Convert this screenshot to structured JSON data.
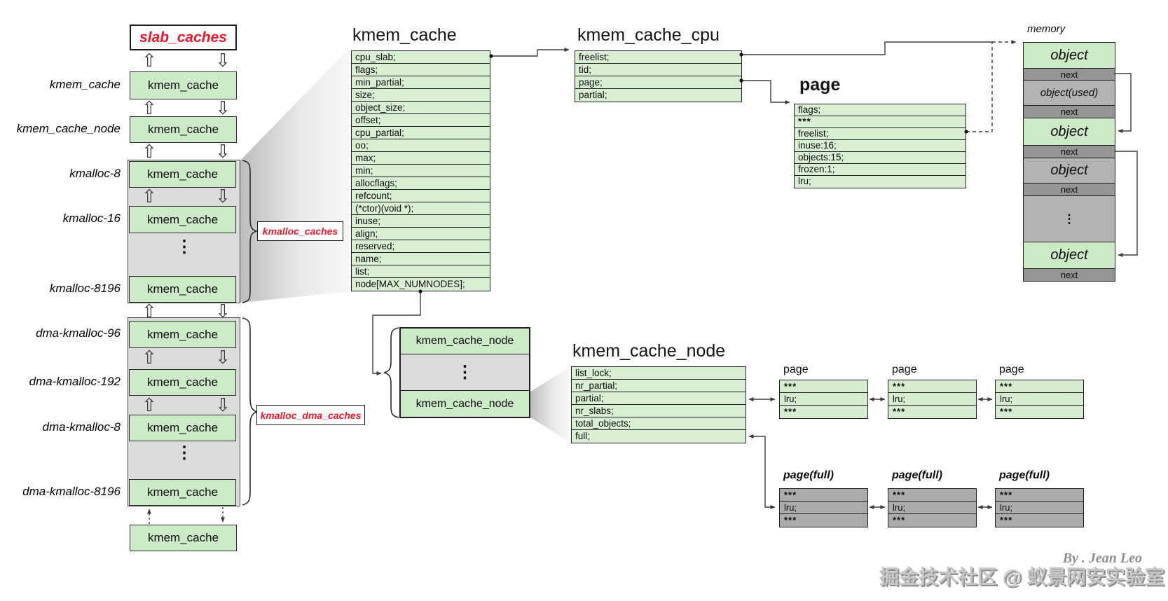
{
  "slab_caches_label": "slab_caches",
  "glyphs": {
    "up": "⇧",
    "down": "⇩",
    "dots": "⋮"
  },
  "left_stack": {
    "box_label": "kmem_cache",
    "row_labels": [
      "kmem_cache",
      "kmem_cache_node",
      "kmalloc-8",
      "kmalloc-16",
      "kmalloc-8196",
      "dma-kmalloc-96",
      "dma-kmalloc-192",
      "dma-kmalloc-8",
      "dma-kmalloc-8196"
    ],
    "group1_label": "kmalloc_caches",
    "group2_label": "kmalloc_dma_caches"
  },
  "kmem_cache": {
    "title": "kmem_cache",
    "fields": [
      "cpu_slab;",
      "flags;",
      "min_partial;",
      "size;",
      "object_size;",
      "offset;",
      "cpu_partial;",
      "oo;",
      "max;",
      "min;",
      "allocflags;",
      "refcount;",
      "(*ctor)(void *);",
      "inuse;",
      "align;",
      "reserved;",
      "name;",
      "list;",
      "node[MAX_NUMNODES];"
    ]
  },
  "kmem_cache_cpu": {
    "title": "kmem_cache_cpu",
    "fields": [
      "freelist;",
      "tid;",
      "page;",
      "partial;"
    ]
  },
  "page": {
    "title": "page",
    "fields": [
      "flags;",
      "***",
      "freelist;",
      "inuse:16;",
      "objects:15;",
      "frozen:1;",
      "lru;"
    ]
  },
  "memory": {
    "title": "memory",
    "cells": [
      {
        "label": "object",
        "type": "free"
      },
      {
        "label": "next",
        "type": "next"
      },
      {
        "label": "object(used)",
        "type": "used"
      },
      {
        "label": "next",
        "type": "next"
      },
      {
        "label": "object",
        "type": "free"
      },
      {
        "label": "next",
        "type": "next"
      },
      {
        "label": "object",
        "type": "usedlg"
      },
      {
        "label": "next",
        "type": "next"
      },
      {
        "label": "⋮",
        "type": "dots"
      },
      {
        "label": "object",
        "type": "free"
      },
      {
        "label": "next",
        "type": "next"
      }
    ]
  },
  "node_stack": {
    "top_label": "kmem_cache_node",
    "bottom_label": "kmem_cache_node"
  },
  "kmem_cache_node": {
    "title": "kmem_cache_node",
    "fields": [
      "list_lock;",
      "nr_partial;",
      "partial;",
      "nr_slabs;",
      "total_objects;",
      "full;"
    ]
  },
  "partial_pages": {
    "title": "page",
    "pages": [
      [
        "***",
        "lru;",
        "***"
      ],
      [
        "***",
        "lru;",
        "***"
      ],
      [
        "***",
        "lru;",
        "***"
      ]
    ]
  },
  "full_pages": {
    "title": "page(full)",
    "pages": [
      [
        "***",
        "lru;",
        "***"
      ],
      [
        "***",
        "lru;",
        "***"
      ],
      [
        "***",
        "lru;",
        "***"
      ]
    ]
  },
  "watermark": {
    "byline": "By . Jean Leo",
    "community": "掘金技术社区 @ 蚁景网安实验室"
  }
}
